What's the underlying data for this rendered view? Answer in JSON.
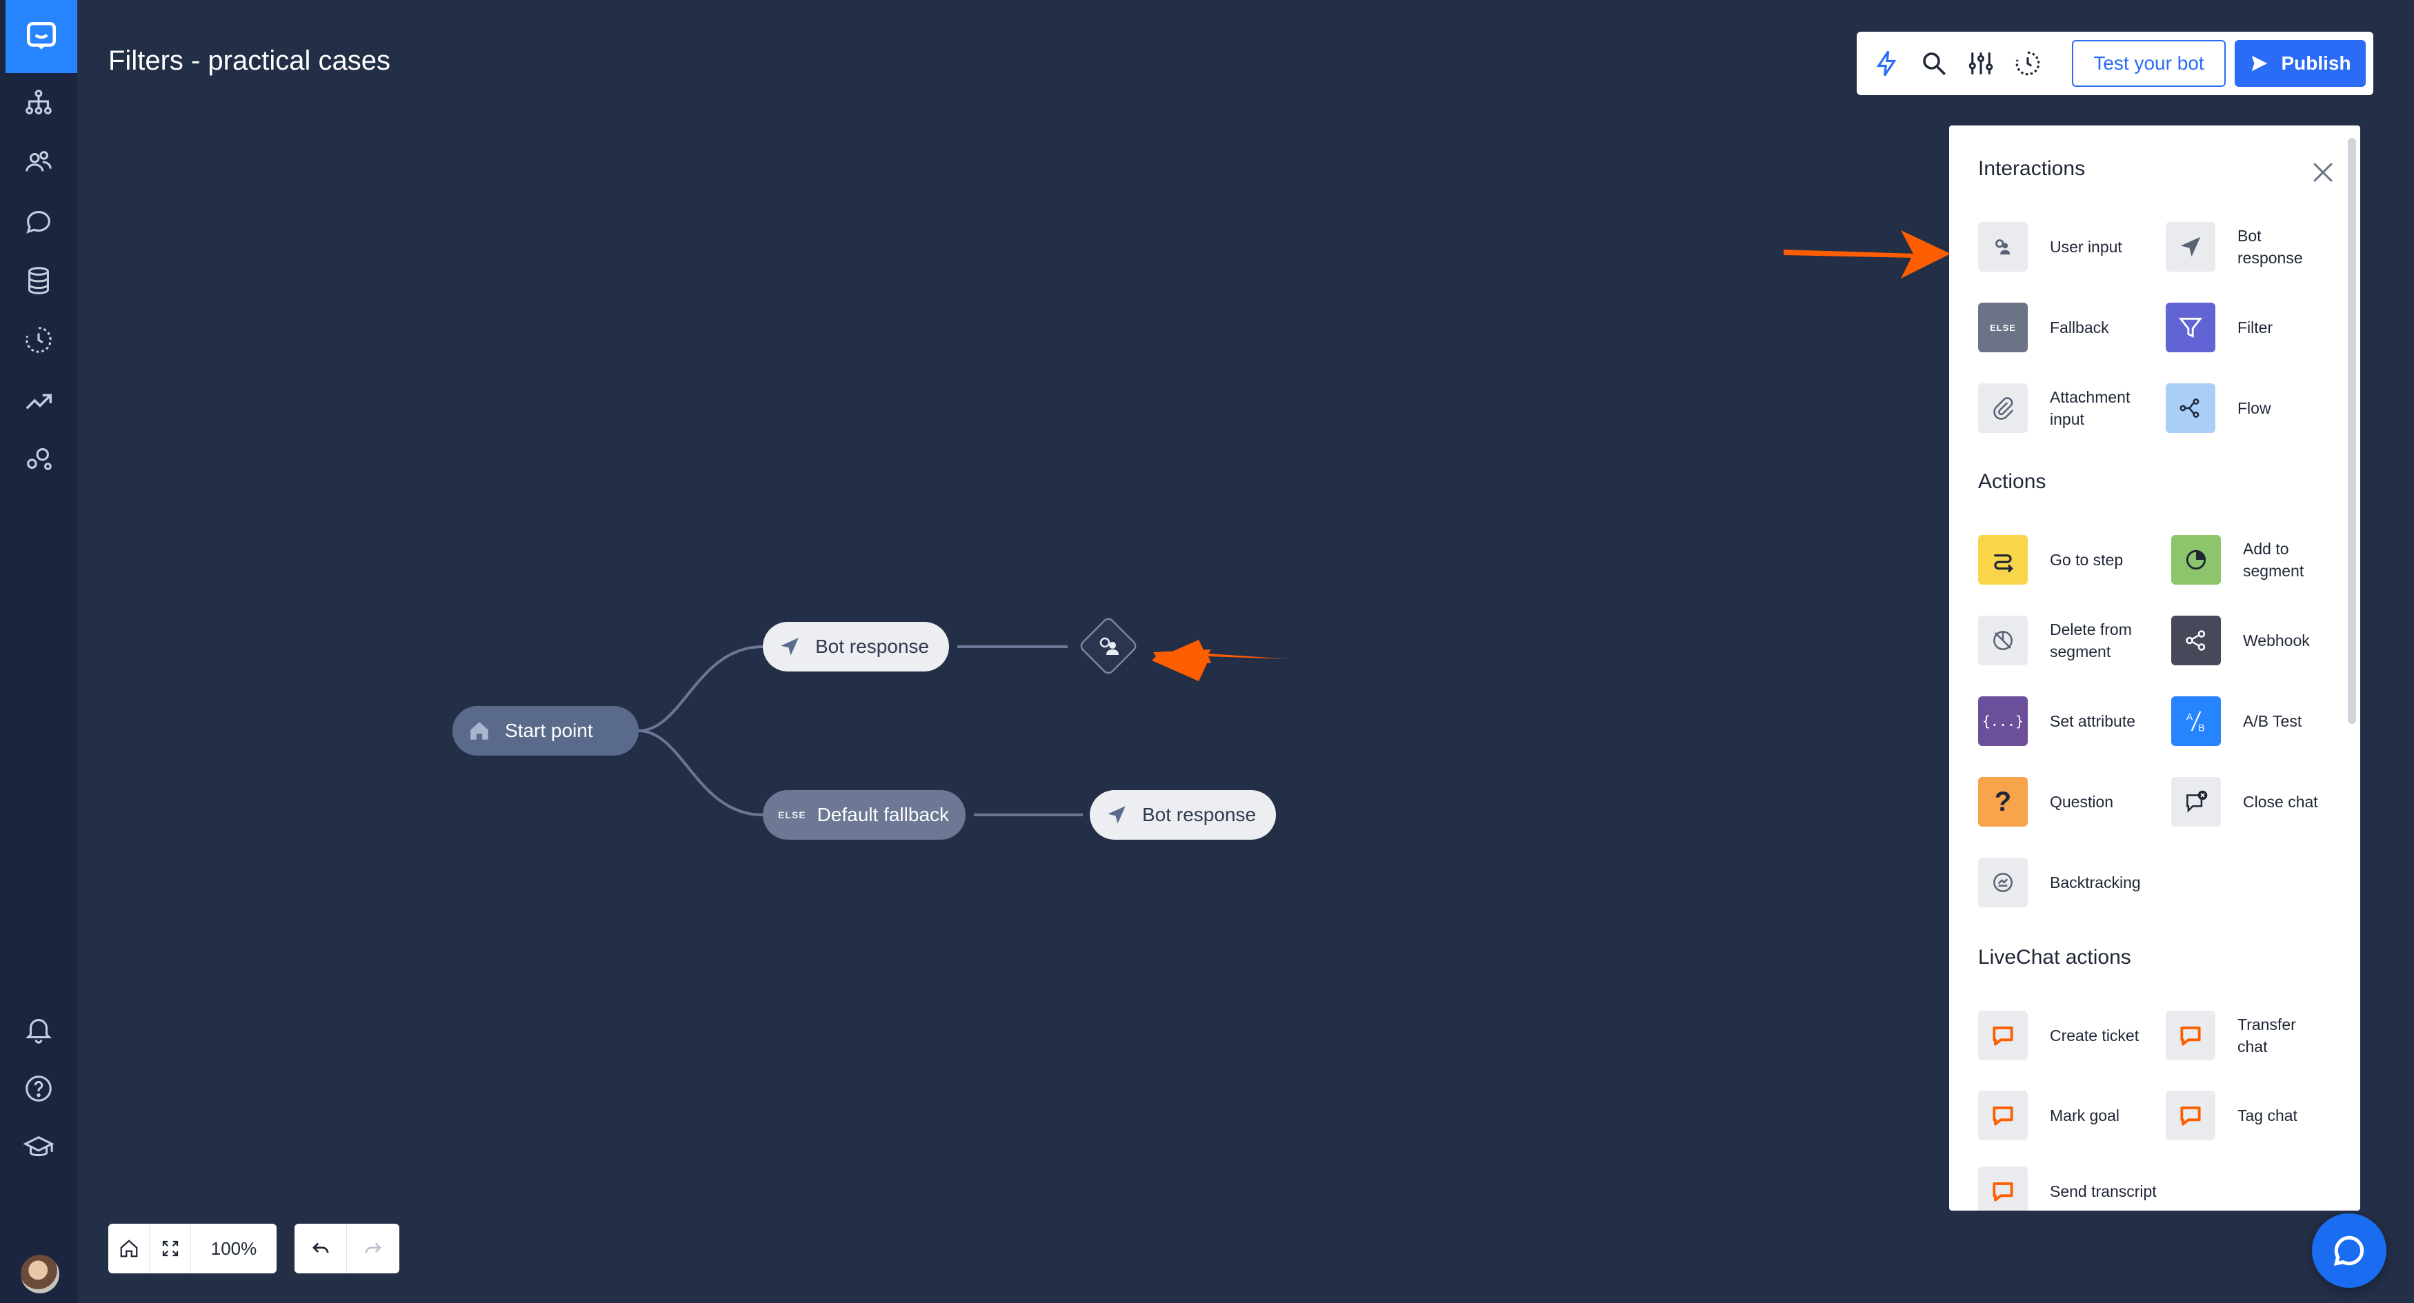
{
  "page": {
    "title": "Filters - practical cases"
  },
  "sidebar": {
    "icons": [
      "chat-logo-icon",
      "flow-tree-icon",
      "users-icon",
      "chat-bubble-icon",
      "database-icon",
      "history-icon",
      "analytics-icon",
      "integrations-icon",
      "bell-icon",
      "help-icon",
      "academy-icon"
    ]
  },
  "toolbar": {
    "icons": [
      "lightning-icon",
      "search-icon",
      "sliders-icon",
      "history-icon"
    ],
    "test_label": "Test your bot",
    "publish_label": "Publish"
  },
  "canvas": {
    "start_label": "Start point",
    "bot_response_1": "Bot response",
    "fallback_tag": "ELSE",
    "fallback_label": "Default fallback",
    "bot_response_2": "Bot response"
  },
  "panel": {
    "interactions_title": "Interactions",
    "interactions": [
      {
        "label": "User input",
        "icon": "user-input-icon",
        "color": "#e9ebef"
      },
      {
        "label": "Bot response",
        "icon": "paper-plane-icon",
        "color": "#e9ebef"
      },
      {
        "label": "Fallback",
        "icon": "else-icon",
        "color": "#6c7387"
      },
      {
        "label": "Filter",
        "icon": "funnel-icon",
        "color": "#6264d6"
      },
      {
        "label": "Attachment input",
        "icon": "paperclip-icon",
        "color": "#e9ebef"
      },
      {
        "label": "Flow",
        "icon": "flow-icon",
        "color": "#a9cff7"
      }
    ],
    "actions_title": "Actions",
    "actions": [
      {
        "label": "Go to step",
        "icon": "go-to-step-icon",
        "color": "#f9d54a"
      },
      {
        "label": "Add to segment",
        "icon": "pie-chart-icon",
        "color": "#8cc56b"
      },
      {
        "label": "Delete from segment",
        "icon": "delete-segment-icon",
        "color": "#e9ebef"
      },
      {
        "label": "Webhook",
        "icon": "webhook-icon",
        "color": "#46495a"
      },
      {
        "label": "Set attribute",
        "icon": "braces-icon",
        "color": "#6c4f9a"
      },
      {
        "label": "A/B Test",
        "icon": "ab-test-icon",
        "color": "#2684ff"
      },
      {
        "label": "Question",
        "icon": "question-icon",
        "color": "#f7a44a"
      },
      {
        "label": "Close chat",
        "icon": "close-chat-icon",
        "color": "#e9ebef"
      },
      {
        "label": "Backtracking",
        "icon": "backtracking-icon",
        "color": "#e9ebef"
      }
    ],
    "livechat_title": "LiveChat actions",
    "livechat": [
      {
        "label": "Create ticket",
        "icon": "livechat-icon",
        "color": "#e9ebef"
      },
      {
        "label": "Transfer chat",
        "icon": "livechat-icon",
        "color": "#e9ebef"
      },
      {
        "label": "Mark goal",
        "icon": "livechat-icon",
        "color": "#e9ebef"
      },
      {
        "label": "Tag chat",
        "icon": "livechat-icon",
        "color": "#e9ebef"
      },
      {
        "label": "Send transcript",
        "icon": "livechat-icon",
        "color": "#e9ebef"
      }
    ]
  },
  "controls": {
    "zoom_label": "100%"
  },
  "colors": {
    "accent": "#2a6cf6",
    "canvas": "#232e47",
    "arrow": "#ff5e00"
  }
}
